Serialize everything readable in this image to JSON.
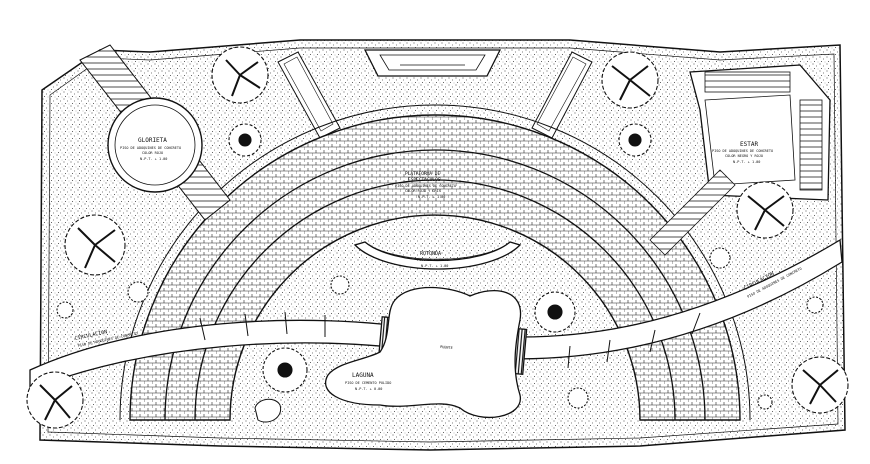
{
  "labels": {
    "glorieta_title": "GLORIETA",
    "glorieta_sub": "PISO DE ADOQUINES DE CONCRETO",
    "glorieta_sub2": "COLOR ROJO",
    "glorieta_level": "N.P.T. + 1.00",
    "estar_title": "ESTAR",
    "estar_sub": "PISO DE ADOQUINES DE CONCRETO",
    "estar_sub2": "COLOR NEGRO Y ROJO",
    "estar_level": "N.P.T. + 1.00",
    "plaza_title": "PLATAFORMA DE",
    "plaza_title2": "ESPECTACULOS",
    "plaza_sub": "PISO DE ADOQUINES DE CONCRETO",
    "plaza_sub2": "COLOR ROJO Y GRIS",
    "plaza_level": "N.P.T. + 1.00",
    "rotonda_title": "ROTONDA",
    "rotonda_sub": "PISO DE CEMENTO",
    "rotonda_level": "N.P.T. + 1.00",
    "laguna_title": "LAGUNA",
    "laguna_sub": "PISO DE CEMENTO PULIDO",
    "laguna_level": "N.P.T. + 0.00",
    "circ_left_title": "CIRCULACION",
    "circ_left_sub": "PISO DE ADOQUINES DE CONCRETO",
    "circ_right_title": "CIRCULACION",
    "circ_right_sub": "PISO DE ADOQUINES DE CONCRETO",
    "puente": "PUENTE"
  }
}
